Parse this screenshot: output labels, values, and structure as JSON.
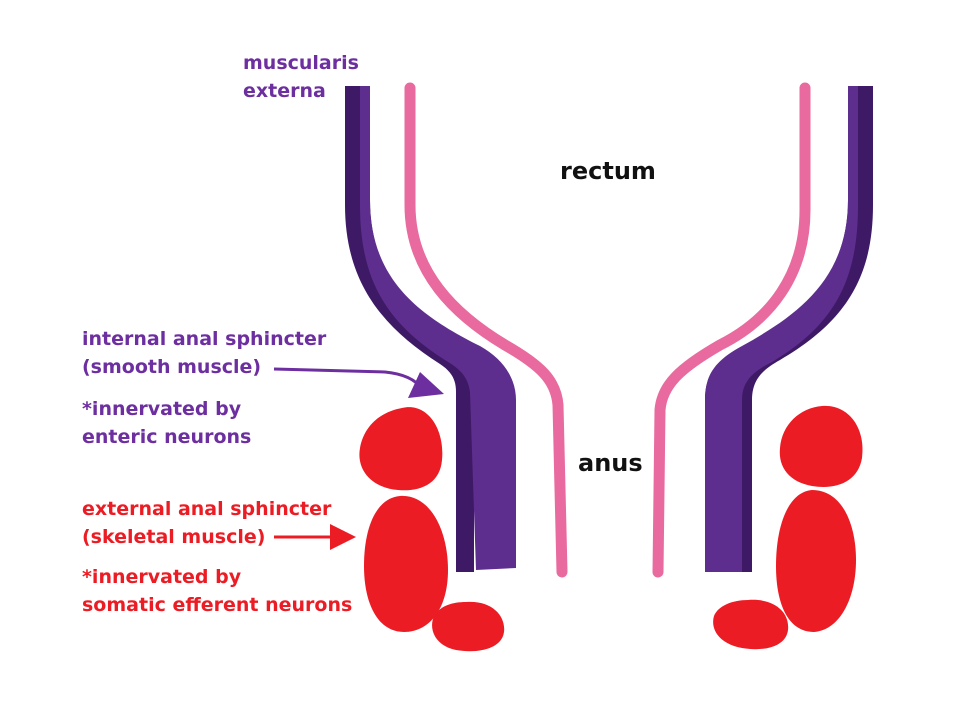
{
  "colors": {
    "muscularis_dark": "#3e1a66",
    "muscularis_light": "#5e2e8e",
    "mucosa_pink": "#e96a9e",
    "sphincter_red": "#ec1c24",
    "label_purple": "#6d2fa0",
    "label_red": "#ec1c24",
    "label_black": "#111111"
  },
  "labels": {
    "muscularis_line1": "muscularis",
    "muscularis_line2": "externa",
    "rectum": "rectum",
    "anus": "anus",
    "internal_line1": "internal anal sphincter",
    "internal_line2": "(smooth muscle)",
    "internal_note1": "*innervated by",
    "internal_note2": "enteric neurons",
    "external_line1": "external anal sphincter",
    "external_line2": "(skeletal muscle)",
    "external_note1": "*innervated by",
    "external_note2": "somatic efferent neurons"
  }
}
